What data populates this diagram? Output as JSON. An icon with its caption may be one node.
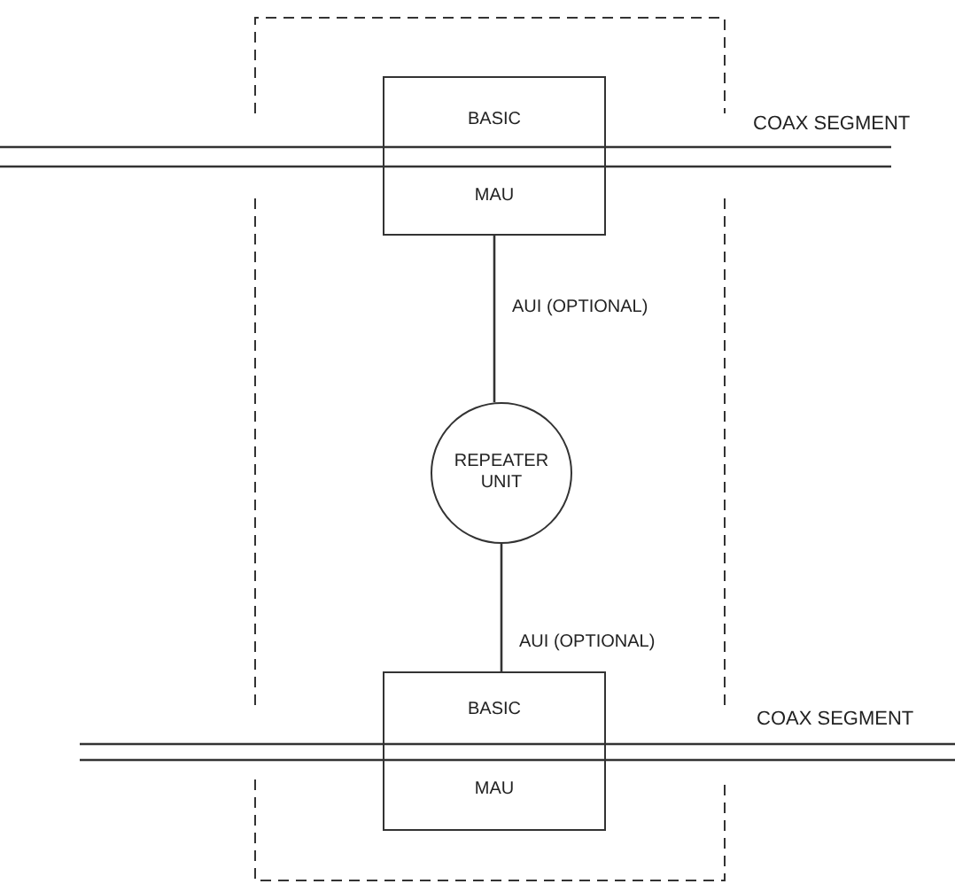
{
  "diagram": {
    "nodes": [
      {
        "text": [
          "BASIC",
          "MAU"
        ]
      },
      {
        "text": [
          "REPEATER UNIT"
        ]
      },
      {
        "text": [
          "BASIC",
          "MAU"
        ]
      }
    ],
    "edges": [
      {
        "from": 0,
        "to": 1,
        "arrow": "none",
        "label": "AUI (OPTIONAL)"
      },
      {
        "from": 1,
        "to": 2,
        "arrow": "none",
        "label": "AUI (OPTIONAL)"
      }
    ],
    "labels": [
      "COAX SEGMENT",
      "COAX SEGMENT"
    ]
  }
}
